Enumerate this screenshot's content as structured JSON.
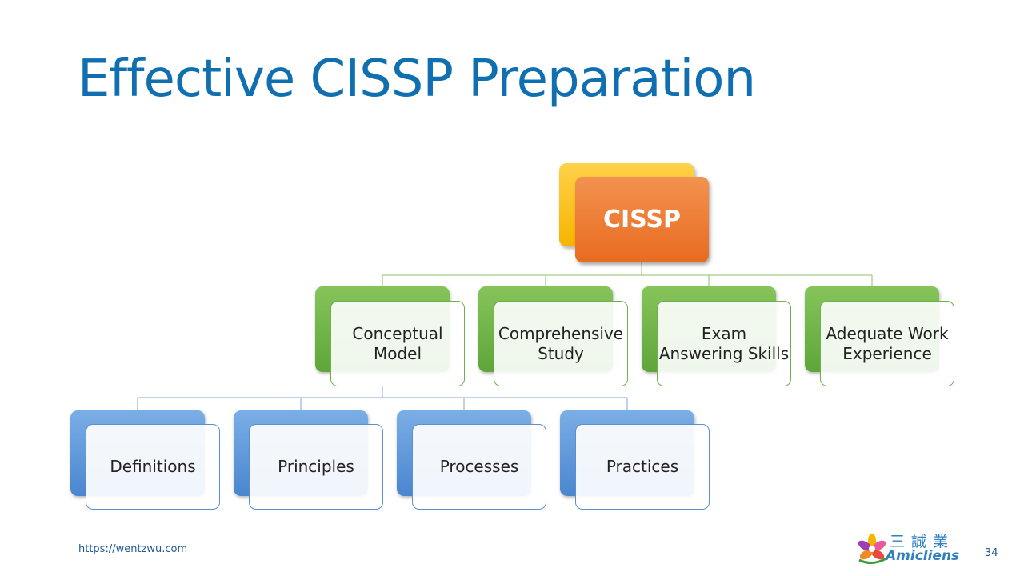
{
  "slide": {
    "title": "Effective CISSP Preparation",
    "footer_url": "https://wentzwu.com",
    "page_number": "34"
  },
  "logo": {
    "cjk_text": "三誠業",
    "wordmark": "Amicliens"
  },
  "diagram": {
    "root": "CISSP",
    "level1": [
      "Conceptual\nModel",
      "Comprehensive\nStudy",
      "Exam\nAnswering Skills",
      "Adequate Work\nExperience"
    ],
    "level2": [
      "Definitions",
      "Principles",
      "Processes",
      "Practices"
    ]
  },
  "colors": {
    "title": "#0f6fb0",
    "root_front": "#ed7d31",
    "root_back": "#ffc000",
    "level1": "#70ad47",
    "level2": "#5b9bd5"
  }
}
